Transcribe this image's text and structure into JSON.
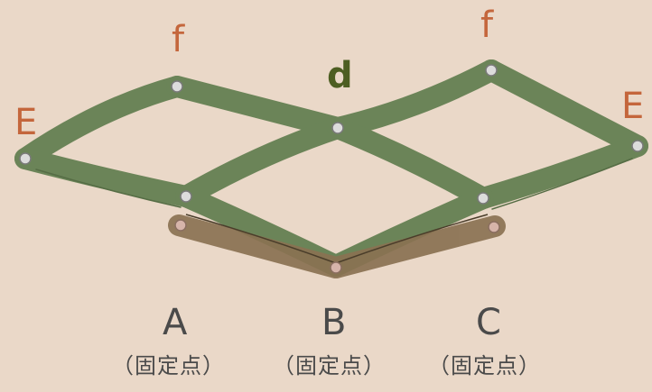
{
  "colors": {
    "background": "#ead8c8",
    "arm_green": "#6b8458",
    "arm_edge": "#566d45",
    "base_bar": "#8a7252",
    "pin": "#dcdcdc",
    "label_orange": "#c4663c",
    "label_green": "#4d5e22",
    "label_gray": "#4a4a4a"
  },
  "labels": {
    "E_left": "E",
    "E_right": "E",
    "f_left": "f",
    "f_right": "f",
    "d": "d"
  },
  "points": {
    "A": {
      "letter": "A",
      "note": "（固定点）"
    },
    "B": {
      "letter": "B",
      "note": "（固定点）"
    },
    "C": {
      "letter": "C",
      "note": "（固定点）"
    }
  }
}
